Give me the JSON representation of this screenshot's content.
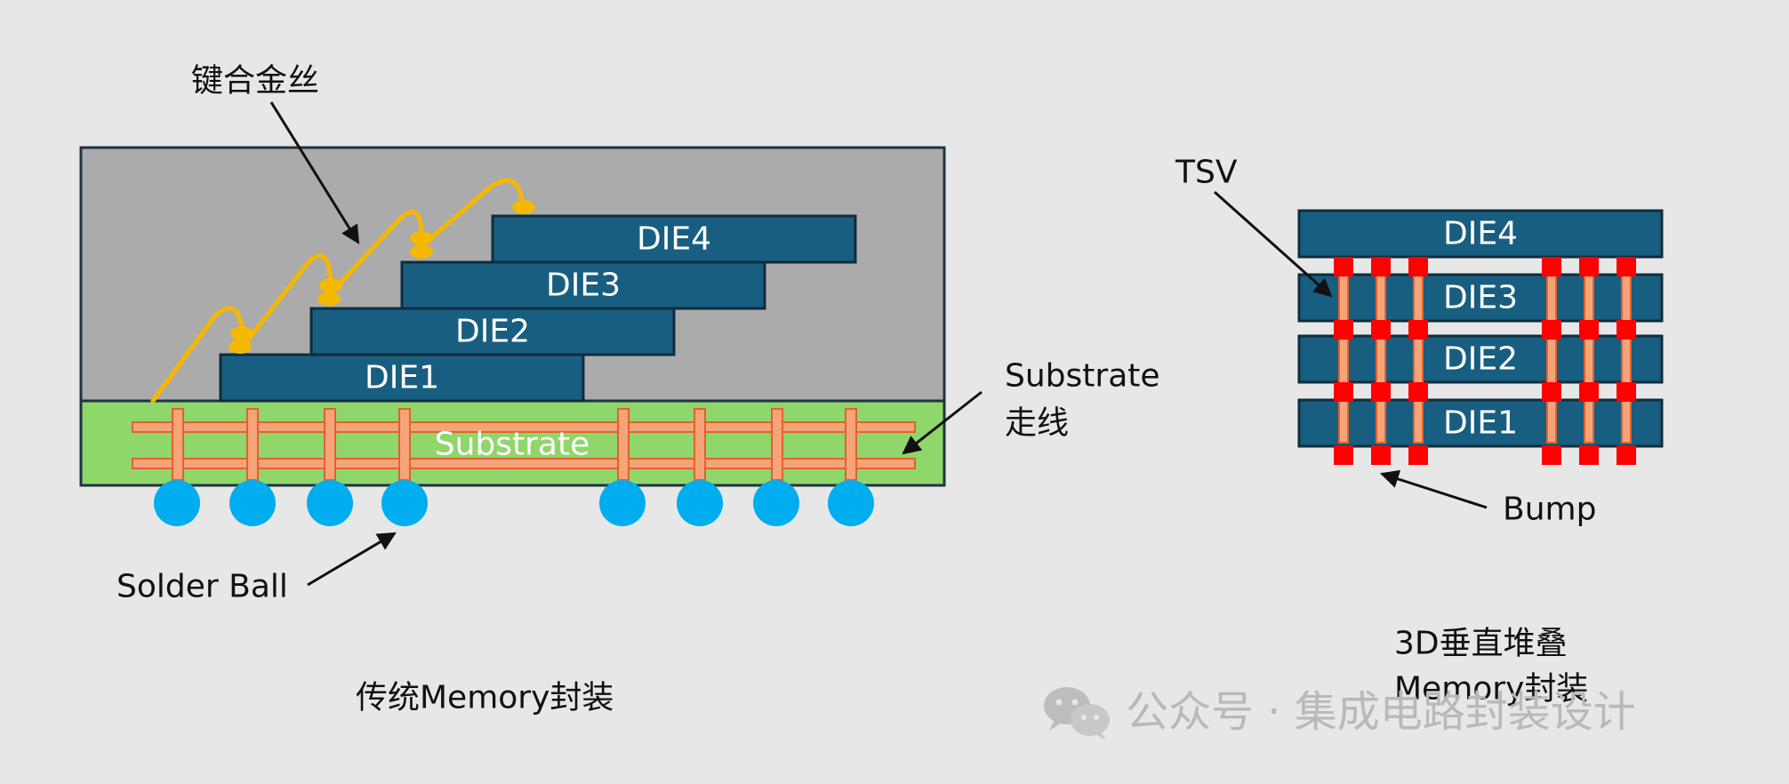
{
  "colors": {
    "background": "#e7e7e7",
    "mold": "#ababab",
    "outline": "#1f3341",
    "die": "#185e80",
    "die_border": "#0f2c3c",
    "substrate": "#8fd66b",
    "trace_fill": "#f5a47a",
    "trace_edge": "#e2622b",
    "wire": "#f4b800",
    "solder_ball": "#00adee",
    "bump": "#ff0000",
    "tsv": "#f5a47a"
  },
  "traditional": {
    "dies": [
      "DIE1",
      "DIE2",
      "DIE3",
      "DIE4"
    ],
    "substrate_label": "Substrate",
    "annotations": {
      "bond_wire": "键合金丝",
      "substrate_trace_line1": "Substrate",
      "substrate_trace_line2": "走线",
      "solder_ball": "Solder Ball"
    },
    "caption": "传统Memory封装"
  },
  "stacked": {
    "dies": [
      "DIE4",
      "DIE3",
      "DIE2",
      "DIE1"
    ],
    "annotations": {
      "tsv": "TSV",
      "bump": "Bump"
    },
    "caption_line1": "3D垂直堆叠",
    "caption_line2": "Memory封装"
  },
  "watermark": {
    "icon": "wechat-icon",
    "text": "公众号 · 集成电路封装设计"
  }
}
